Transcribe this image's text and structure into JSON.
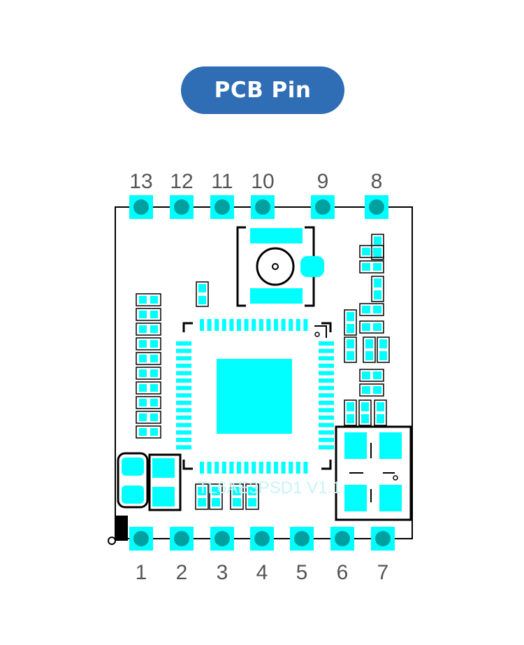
{
  "title": "PCB Pin",
  "colors": {
    "title_bg": "#2f6db5",
    "pad": "#00ffff",
    "outline": "#000000",
    "pin_center": "#00a0a0"
  },
  "pins_top": [
    "13",
    "12",
    "11",
    "10",
    "9",
    "8"
  ],
  "pins_bottom": [
    "1",
    "2",
    "3",
    "4",
    "5",
    "6",
    "7"
  ],
  "silkscreen_text": "TL6AE3PSD1 V1.1"
}
